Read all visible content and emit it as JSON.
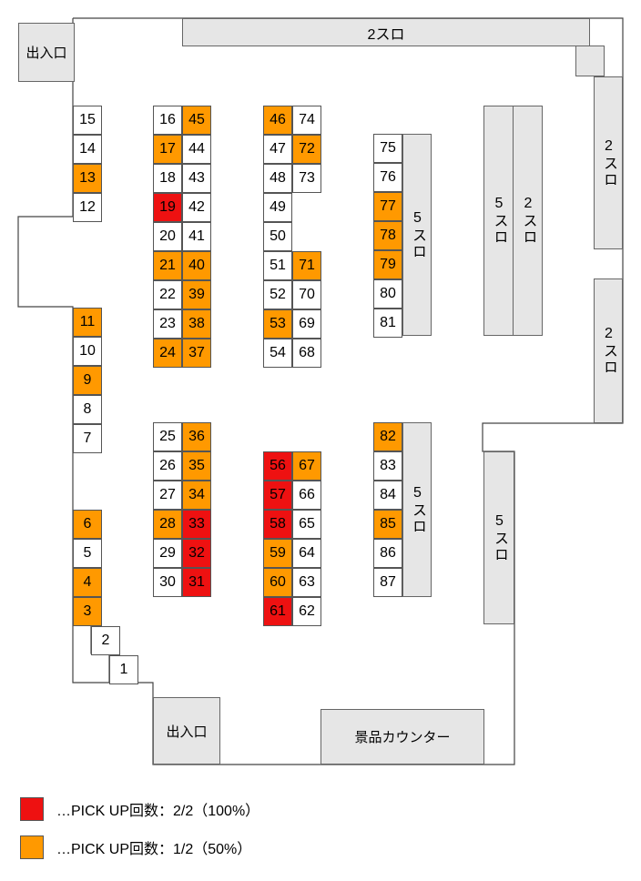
{
  "labels": {
    "entrance_top": "出入口",
    "entrance_bottom": "出入口",
    "prize_counter": "景品カウンター",
    "slot2_top": "2スロ",
    "slot2_right_upper": "2スロ",
    "slot2_right_lower": "2スロ",
    "slot2_mid": "2スロ",
    "slot5_mid": "5スロ",
    "slot5_island_upper": "5スロ",
    "slot5_island_lower": "5スロ",
    "slot5_right_lower": "5スロ"
  },
  "legend": [
    {
      "color": "#ee1111",
      "text": "…PICK UP回数：2/2（100%）"
    },
    {
      "color": "#ff9900",
      "text": "…PICK UP回数：1/2（50%）"
    }
  ],
  "colors": {
    "red": "#ee1111",
    "orange": "#ff9900",
    "block": "#e6e6e6"
  },
  "machines": [
    {
      "n": "15",
      "s": "none"
    },
    {
      "n": "14",
      "s": "none"
    },
    {
      "n": "13",
      "s": "orange"
    },
    {
      "n": "12",
      "s": "none"
    },
    {
      "n": "11",
      "s": "orange"
    },
    {
      "n": "10",
      "s": "none"
    },
    {
      "n": "9",
      "s": "orange"
    },
    {
      "n": "8",
      "s": "none"
    },
    {
      "n": "7",
      "s": "none"
    },
    {
      "n": "6",
      "s": "orange"
    },
    {
      "n": "5",
      "s": "none"
    },
    {
      "n": "4",
      "s": "orange"
    },
    {
      "n": "3",
      "s": "orange"
    },
    {
      "n": "2",
      "s": "none"
    },
    {
      "n": "1",
      "s": "none"
    },
    {
      "n": "16",
      "s": "none"
    },
    {
      "n": "17",
      "s": "orange"
    },
    {
      "n": "18",
      "s": "none"
    },
    {
      "n": "19",
      "s": "red"
    },
    {
      "n": "20",
      "s": "none"
    },
    {
      "n": "21",
      "s": "orange"
    },
    {
      "n": "22",
      "s": "none"
    },
    {
      "n": "23",
      "s": "none"
    },
    {
      "n": "24",
      "s": "orange"
    },
    {
      "n": "45",
      "s": "orange"
    },
    {
      "n": "44",
      "s": "none"
    },
    {
      "n": "43",
      "s": "none"
    },
    {
      "n": "42",
      "s": "none"
    },
    {
      "n": "41",
      "s": "none"
    },
    {
      "n": "40",
      "s": "orange"
    },
    {
      "n": "39",
      "s": "orange"
    },
    {
      "n": "38",
      "s": "orange"
    },
    {
      "n": "37",
      "s": "orange"
    },
    {
      "n": "46",
      "s": "orange"
    },
    {
      "n": "47",
      "s": "none"
    },
    {
      "n": "48",
      "s": "none"
    },
    {
      "n": "49",
      "s": "none"
    },
    {
      "n": "50",
      "s": "none"
    },
    {
      "n": "51",
      "s": "none"
    },
    {
      "n": "52",
      "s": "none"
    },
    {
      "n": "53",
      "s": "orange"
    },
    {
      "n": "54",
      "s": "none"
    },
    {
      "n": "74",
      "s": "none"
    },
    {
      "n": "72",
      "s": "orange"
    },
    {
      "n": "73",
      "s": "none"
    },
    {
      "n": "71",
      "s": "orange"
    },
    {
      "n": "70",
      "s": "none"
    },
    {
      "n": "69",
      "s": "none"
    },
    {
      "n": "68",
      "s": "none"
    },
    {
      "n": "75",
      "s": "none"
    },
    {
      "n": "76",
      "s": "none"
    },
    {
      "n": "77",
      "s": "orange"
    },
    {
      "n": "78",
      "s": "orange"
    },
    {
      "n": "79",
      "s": "orange"
    },
    {
      "n": "80",
      "s": "none"
    },
    {
      "n": "81",
      "s": "none"
    },
    {
      "n": "25",
      "s": "none"
    },
    {
      "n": "26",
      "s": "none"
    },
    {
      "n": "27",
      "s": "none"
    },
    {
      "n": "28",
      "s": "orange"
    },
    {
      "n": "29",
      "s": "none"
    },
    {
      "n": "30",
      "s": "none"
    },
    {
      "n": "36",
      "s": "orange"
    },
    {
      "n": "35",
      "s": "orange"
    },
    {
      "n": "34",
      "s": "orange"
    },
    {
      "n": "33",
      "s": "red"
    },
    {
      "n": "32",
      "s": "red"
    },
    {
      "n": "31",
      "s": "red"
    },
    {
      "n": "56",
      "s": "red"
    },
    {
      "n": "57",
      "s": "red"
    },
    {
      "n": "58",
      "s": "red"
    },
    {
      "n": "59",
      "s": "orange"
    },
    {
      "n": "60",
      "s": "orange"
    },
    {
      "n": "61",
      "s": "red"
    },
    {
      "n": "67",
      "s": "orange"
    },
    {
      "n": "66",
      "s": "none"
    },
    {
      "n": "65",
      "s": "none"
    },
    {
      "n": "64",
      "s": "none"
    },
    {
      "n": "63",
      "s": "none"
    },
    {
      "n": "62",
      "s": "none"
    },
    {
      "n": "82",
      "s": "orange"
    },
    {
      "n": "83",
      "s": "none"
    },
    {
      "n": "84",
      "s": "none"
    },
    {
      "n": "85",
      "s": "orange"
    },
    {
      "n": "86",
      "s": "none"
    },
    {
      "n": "87",
      "s": "none"
    }
  ]
}
